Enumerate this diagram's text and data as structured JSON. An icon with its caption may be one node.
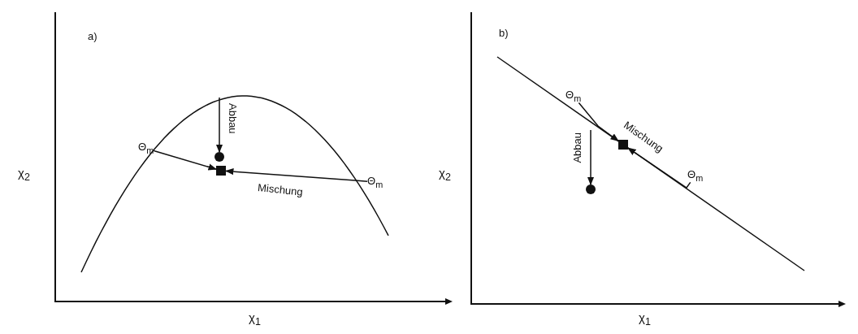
{
  "diagram": {
    "nodes": [
      {
        "text": [
          "Θ$_{m}$"
        ]
      },
      {
        "text": [
          "Θ$_{m}$"
        ]
      },
      {
        "text": [],
        "shape": "circle"
      },
      {
        "text": [],
        "shape": "box"
      },
      {
        "text": [
          "Θ$_{m}$"
        ]
      },
      {
        "text": [
          "Θ$_{m}$"
        ]
      },
      {
        "text": [],
        "shape": "box"
      },
      {
        "text": [],
        "shape": "circle"
      }
    ],
    "edges": [
      {
        "from": null,
        "to": 2,
        "arrow": "to",
        "label": "Abbau"
      },
      {
        "from": 0,
        "to": 3,
        "arrow": "to"
      },
      {
        "from": 1,
        "to": 3,
        "arrow": "to",
        "label": "Mischung"
      },
      {
        "from": 4,
        "to": 6,
        "arrow": "to"
      },
      {
        "from": 5,
        "to": 6,
        "arrow": "to",
        "label": "Mischung"
      },
      {
        "from": null,
        "to": 7,
        "arrow": "to",
        "label": "Abbau"
      }
    ],
    "labels": [
      "a)",
      "χ$_{2}$",
      "χ$_{1}$",
      "b)",
      "χ$_{2}$",
      "χ$_{1}$"
    ]
  }
}
